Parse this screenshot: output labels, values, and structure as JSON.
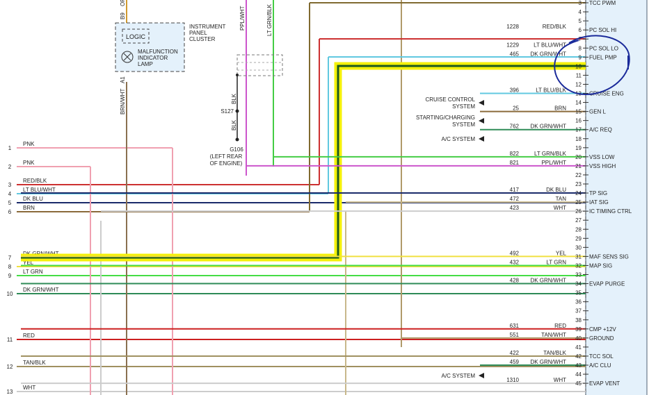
{
  "pcm_pins": [
    {
      "pin": "3",
      "func": "TCC PWM",
      "cir": "",
      "color": ""
    },
    {
      "pin": "4",
      "func": "",
      "cir": "",
      "color": ""
    },
    {
      "pin": "5",
      "func": "",
      "cir": "",
      "color": ""
    },
    {
      "pin": "6",
      "func": "PC SOL HI",
      "cir": "1228",
      "color": "RED/BLK"
    },
    {
      "pin": "7",
      "func": "",
      "cir": "",
      "color": ""
    },
    {
      "pin": "8",
      "func": "PC SOL LO",
      "cir": "1229",
      "color": "LT BLU/WHT"
    },
    {
      "pin": "9",
      "func": "FUEL PMP",
      "cir": "465",
      "color": "DK GRN/WHT"
    },
    {
      "pin": "10",
      "func": "",
      "cir": "",
      "color": ""
    },
    {
      "pin": "11",
      "func": "",
      "cir": "",
      "color": ""
    },
    {
      "pin": "12",
      "func": "",
      "cir": "",
      "color": ""
    },
    {
      "pin": "13",
      "func": "CRUISE ENG",
      "cir": "396",
      "color": "LT BLU/BLK"
    },
    {
      "pin": "14",
      "func": "",
      "cir": "",
      "color": ""
    },
    {
      "pin": "15",
      "func": "GEN L",
      "cir": "25",
      "color": "BRN"
    },
    {
      "pin": "16",
      "func": "",
      "cir": "",
      "color": ""
    },
    {
      "pin": "17",
      "func": "A/C REQ",
      "cir": "762",
      "color": "DK GRN/WHT"
    },
    {
      "pin": "18",
      "func": "",
      "cir": "",
      "color": ""
    },
    {
      "pin": "19",
      "func": "",
      "cir": "",
      "color": ""
    },
    {
      "pin": "20",
      "func": "VSS LOW",
      "cir": "822",
      "color": "LT GRN/BLK"
    },
    {
      "pin": "21",
      "func": "VSS HIGH",
      "cir": "821",
      "color": "PPL/WHT"
    },
    {
      "pin": "22",
      "func": "",
      "cir": "",
      "color": ""
    },
    {
      "pin": "23",
      "func": "",
      "cir": "",
      "color": ""
    },
    {
      "pin": "24",
      "func": "TP SIG",
      "cir": "417",
      "color": "DK BLU"
    },
    {
      "pin": "25",
      "func": "IAT SIG",
      "cir": "472",
      "color": "TAN"
    },
    {
      "pin": "26",
      "func": "IC TIMING CTRL",
      "cir": "423",
      "color": "WHT"
    },
    {
      "pin": "27",
      "func": "",
      "cir": "",
      "color": ""
    },
    {
      "pin": "28",
      "func": "",
      "cir": "",
      "color": ""
    },
    {
      "pin": "29",
      "func": "",
      "cir": "",
      "color": ""
    },
    {
      "pin": "30",
      "func": "",
      "cir": "",
      "color": ""
    },
    {
      "pin": "31",
      "func": "MAF SENS SIG",
      "cir": "492",
      "color": "YEL"
    },
    {
      "pin": "32",
      "func": "MAP SIG",
      "cir": "432",
      "color": "LT GRN"
    },
    {
      "pin": "33",
      "func": "",
      "cir": "",
      "color": ""
    },
    {
      "pin": "34",
      "func": "EVAP PURGE",
      "cir": "428",
      "color": "DK GRN/WHT"
    },
    {
      "pin": "35",
      "func": "",
      "cir": "",
      "color": ""
    },
    {
      "pin": "36",
      "func": "",
      "cir": "",
      "color": ""
    },
    {
      "pin": "37",
      "func": "",
      "cir": "",
      "color": ""
    },
    {
      "pin": "38",
      "func": "",
      "cir": "",
      "color": ""
    },
    {
      "pin": "39",
      "func": "CMP +12V",
      "cir": "631",
      "color": "RED"
    },
    {
      "pin": "40",
      "func": "GROUND",
      "cir": "551",
      "color": "TAN/WHT"
    },
    {
      "pin": "41",
      "func": "",
      "cir": "",
      "color": ""
    },
    {
      "pin": "42",
      "func": "TCC SOL",
      "cir": "422",
      "color": "TAN/BLK"
    },
    {
      "pin": "43",
      "func": "A/C CLU",
      "cir": "459",
      "color": "DK GRN/WHT"
    },
    {
      "pin": "44",
      "func": "",
      "cir": "",
      "color": ""
    },
    {
      "pin": "45",
      "func": "EVAP VENT",
      "cir": "1310",
      "color": "WHT"
    }
  ],
  "left_pins": [
    {
      "pin": "1",
      "label": "PNK"
    },
    {
      "pin": "2",
      "label": "PNK"
    },
    {
      "pin": "3",
      "label": "RED/BLK"
    },
    {
      "pin": "4",
      "label": "LT BLU/WHT"
    },
    {
      "pin": "5",
      "label": "DK BLU"
    },
    {
      "pin": "6",
      "label": "BRN"
    },
    {
      "pin": "7",
      "label": "DK GRN/WHT"
    },
    {
      "pin": "8",
      "label": "YEL"
    },
    {
      "pin": "9",
      "label": "LT GRN"
    },
    {
      "pin": "10",
      "label": "DK GRN/WHT"
    },
    {
      "pin": "11",
      "label": "RED"
    },
    {
      "pin": "12",
      "label": "TAN/BLK"
    },
    {
      "pin": "13",
      "label": "WHT"
    }
  ],
  "external": {
    "cruise_1": "CRUISE CONTROL",
    "cruise_2": "SYSTEM",
    "starting_1": "STARTING/CHARGING",
    "starting_2": "SYSTEM",
    "ac_system_1": "A/C SYSTEM",
    "ac_system_2": "A/C SYSTEM"
  },
  "cluster": {
    "logic": "LOGIC",
    "mil_1": "MALFUNCTION",
    "mil_2": "INDICATOR",
    "mil_3": "LAMP",
    "ipc_1": "INSTRUMENT",
    "ipc_2": "PANEL",
    "ipc_3": "CLUSTER",
    "pin_top": "B9",
    "pin_top_wire": "OR",
    "pin_bottom": "A1",
    "wire_bottom": "BRN/WHT"
  },
  "ground": {
    "wire_ppl": "PPL/WHT",
    "wire_ltgrn": "LT GRN/BLK",
    "blk_1": "BLK",
    "blk_2": "BLK",
    "splice": "S127",
    "g_1": "G106",
    "g_2": "(LEFT REAR",
    "g_3": "OF ENGINE)"
  },
  "colors": {
    "pcm_fill": "#e4f1fb",
    "highlight": "#f4f10a",
    "circle": "#1a2a9a"
  }
}
